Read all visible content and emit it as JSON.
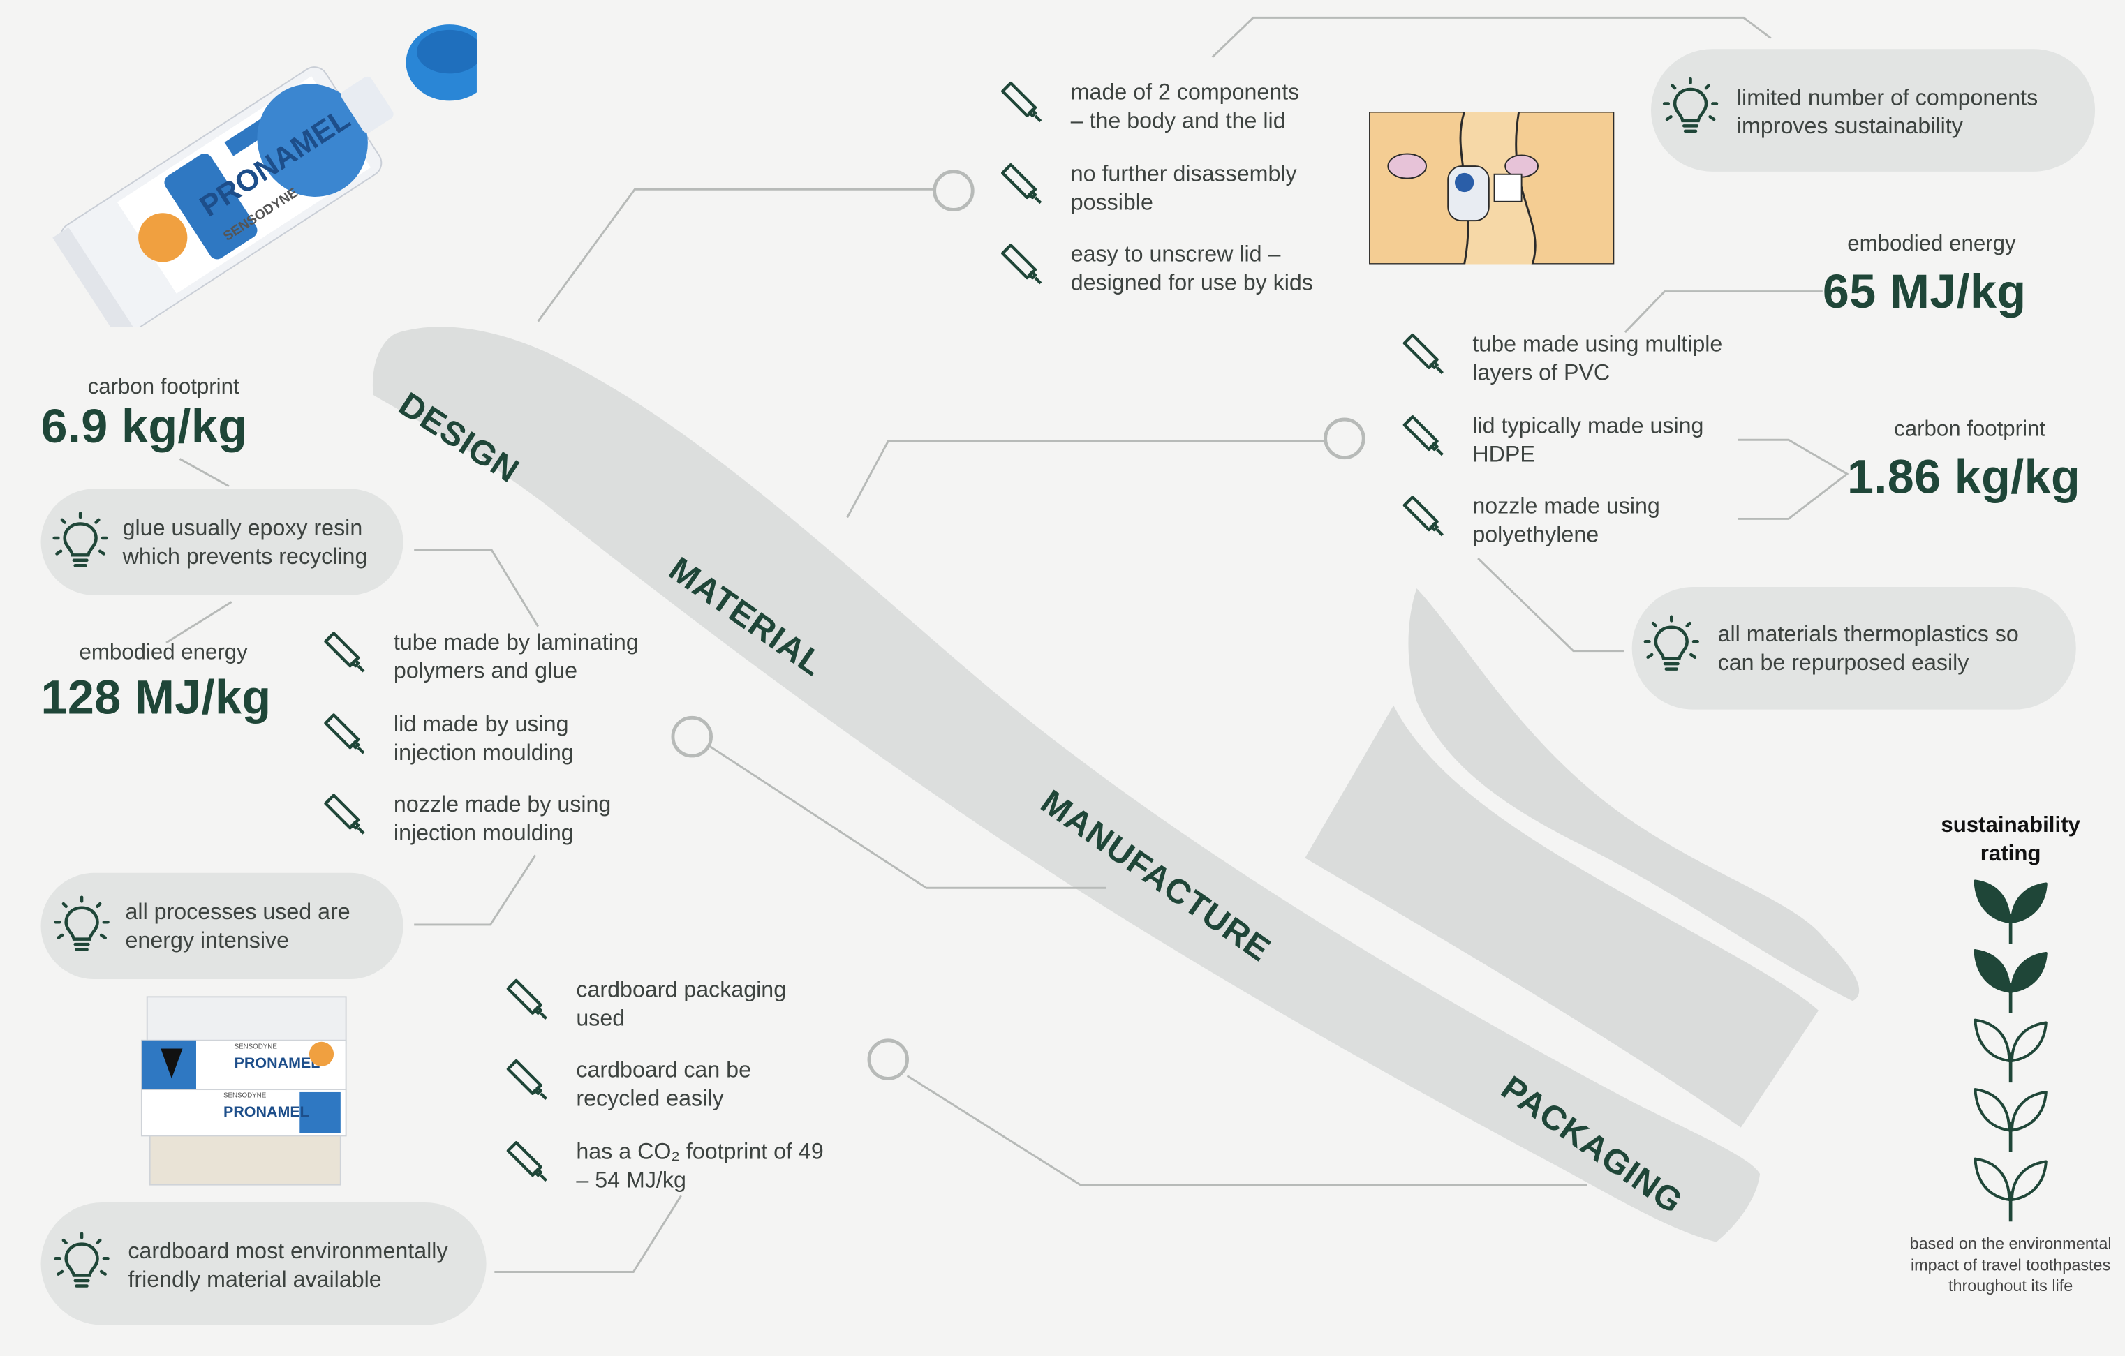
{
  "stages": {
    "design": "DESIGN",
    "material": "MATERIAL",
    "manufacture": "MANUFACTURE",
    "packaging": "PACKAGING"
  },
  "design": {
    "items": [
      "made of 2 components\n– the body and the lid",
      "no further disassembly\npossible",
      "easy to unscrew lid –\ndesigned for use by kids"
    ],
    "insight": "limited number of components\nimproves sustainability"
  },
  "material": {
    "embodied_label": "embodied energy",
    "embodied_value": "65 MJ/kg",
    "carbon_label": "carbon footprint",
    "carbon_value": "1.86 kg/kg",
    "items": [
      "tube made using multiple\nlayers of PVC",
      "lid typically made using\nHDPE",
      "nozzle made using\npolyethylene"
    ],
    "insight": "all materials thermoplastics so\ncan be repurposed easily"
  },
  "manufacture": {
    "carbon_label": "carbon footprint",
    "carbon_value": "6.9 kg/kg",
    "glue_insight": "glue usually epoxy resin\nwhich prevents recycling",
    "embodied_label": "embodied energy",
    "embodied_value": "128 MJ/kg",
    "items": [
      "tube made by laminating\npolymers and glue",
      "lid made by using\ninjection moulding",
      "nozzle made by using\ninjection moulding"
    ],
    "insight": "all processes used are\nenergy intensive"
  },
  "packaging": {
    "items": [
      "cardboard packaging\nused",
      "cardboard can be\nrecycled easily",
      "has a CO₂ footprint of 49\n– 54 MJ/kg"
    ],
    "insight": "cardboard most environmentally\nfriendly material available"
  },
  "rating": {
    "title": "sustainability\nrating",
    "score": 2,
    "max": 5,
    "note": "based on the environmental\nimpact of travel toothpastes\nthroughout its life"
  },
  "photos": {
    "tube_brand": "PRONAMEL",
    "tube_maker": "SENSODYNE",
    "box_brand": "PRONAMEL",
    "box_maker": "SENSODYNE"
  },
  "colors": {
    "accent": "#1f4638",
    "pill": "#e2e4e3",
    "shape": "#dcdedd",
    "line": "#b5b8b6"
  }
}
